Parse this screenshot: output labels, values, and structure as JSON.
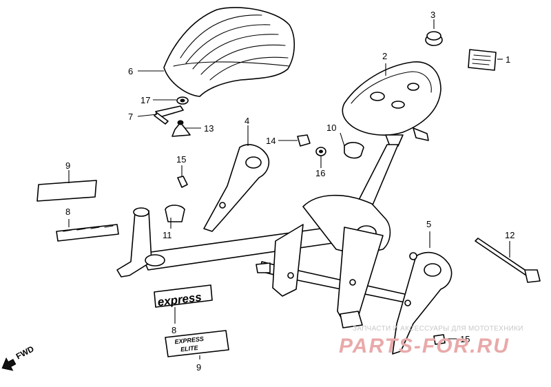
{
  "callouts": [
    {
      "id": "c1",
      "label": "1"
    },
    {
      "id": "c2",
      "label": "2"
    },
    {
      "id": "c3",
      "label": "3"
    },
    {
      "id": "c4",
      "label": "4"
    },
    {
      "id": "c5",
      "label": "5"
    },
    {
      "id": "c6",
      "label": "6"
    },
    {
      "id": "c7",
      "label": "7"
    },
    {
      "id": "c8a",
      "label": "8"
    },
    {
      "id": "c8b",
      "label": "8"
    },
    {
      "id": "c9a",
      "label": "9"
    },
    {
      "id": "c9b",
      "label": "9"
    },
    {
      "id": "c10",
      "label": "10"
    },
    {
      "id": "c11",
      "label": "11"
    },
    {
      "id": "c12",
      "label": "12"
    },
    {
      "id": "c13",
      "label": "13"
    },
    {
      "id": "c14",
      "label": "14"
    },
    {
      "id": "c15a",
      "label": "15"
    },
    {
      "id": "c15b",
      "label": "15"
    },
    {
      "id": "c16",
      "label": "16"
    },
    {
      "id": "c17",
      "label": "17"
    }
  ],
  "emblem": {
    "express_text": "express",
    "plate_line1": "EXPRESS",
    "plate_line2": "ELITE"
  },
  "direction": {
    "label": "FWD"
  },
  "watermark": {
    "tagline": "ЗАПЧАСТИ И АКСЕССУАРЫ ДЛЯ МОТОТЕХНИКИ",
    "site": "PARTS-FOR.RU"
  }
}
